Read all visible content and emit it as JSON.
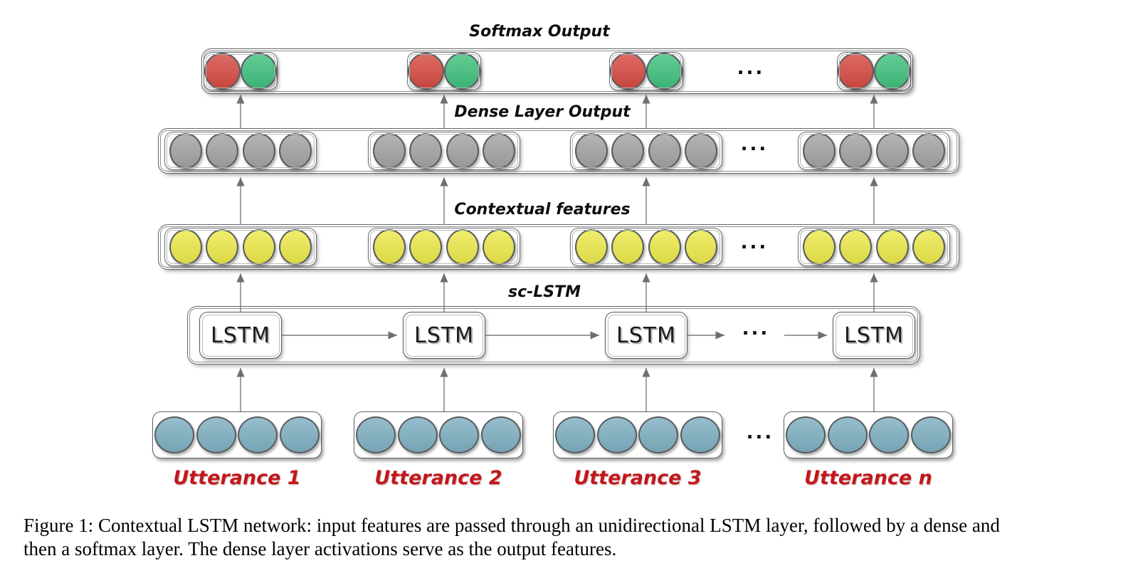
{
  "figure": {
    "row_labels": {
      "softmax": "Softmax Output",
      "dense": "Dense Layer Output",
      "contextual": "Contextual features",
      "sc_lstm": "sc-LSTM"
    },
    "lstm_label": "LSTM",
    "ellipsis": "...",
    "utterance_labels": [
      "Utterance 1",
      "Utterance 2",
      "Utterance 3",
      "Utterance n"
    ],
    "colors": {
      "softmax_red": "#d64b43",
      "softmax_green": "#41c07e",
      "dense_gray": "#a3a3a3",
      "contextual_yellow": "#ece94c",
      "input_blue": "#7fb0c2",
      "utterance_label_red": "#c0181c",
      "connector_gray": "#7b7b7b",
      "background": "#ffffff"
    }
  },
  "caption": {
    "line1": "Figure 1: Contextual LSTM network: input features are passed through an unidirectional LSTM layer, followed by a dense and",
    "line2": "then a softmax layer. The dense layer activations serve as the output features."
  }
}
